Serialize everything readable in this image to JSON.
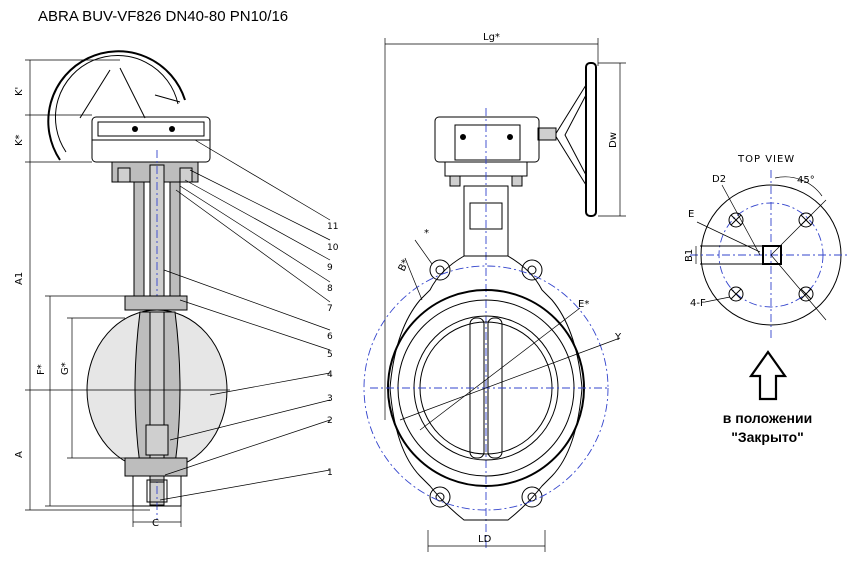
{
  "title": "ABRA BUV-VF826 DN40-80 PN10/16",
  "dims": {
    "k_prime": "K'",
    "k_star": "K*",
    "a1": "A1",
    "a": "A",
    "f_star": "F*",
    "g_star": "G*",
    "c": "C",
    "lg_star": "Lg*",
    "dw": "Dw",
    "b_star": "B*",
    "star": "*",
    "e_star": "E*",
    "y": "Y",
    "ld": "LD",
    "b1": "B1",
    "d2": "D2",
    "e": "E",
    "four_f": "4-F",
    "deg45": "45°"
  },
  "top_view_label": "TOP VIEW",
  "callouts": [
    "11",
    "10",
    "9",
    "8",
    "7",
    "6",
    "5",
    "4",
    "3",
    "2",
    "1"
  ],
  "note_line1": "в положении",
  "note_line2": "\"Закрыто\"",
  "colors": {
    "outline": "#000000",
    "centerline": "#3344cc",
    "fill": "#cfcfcf"
  }
}
